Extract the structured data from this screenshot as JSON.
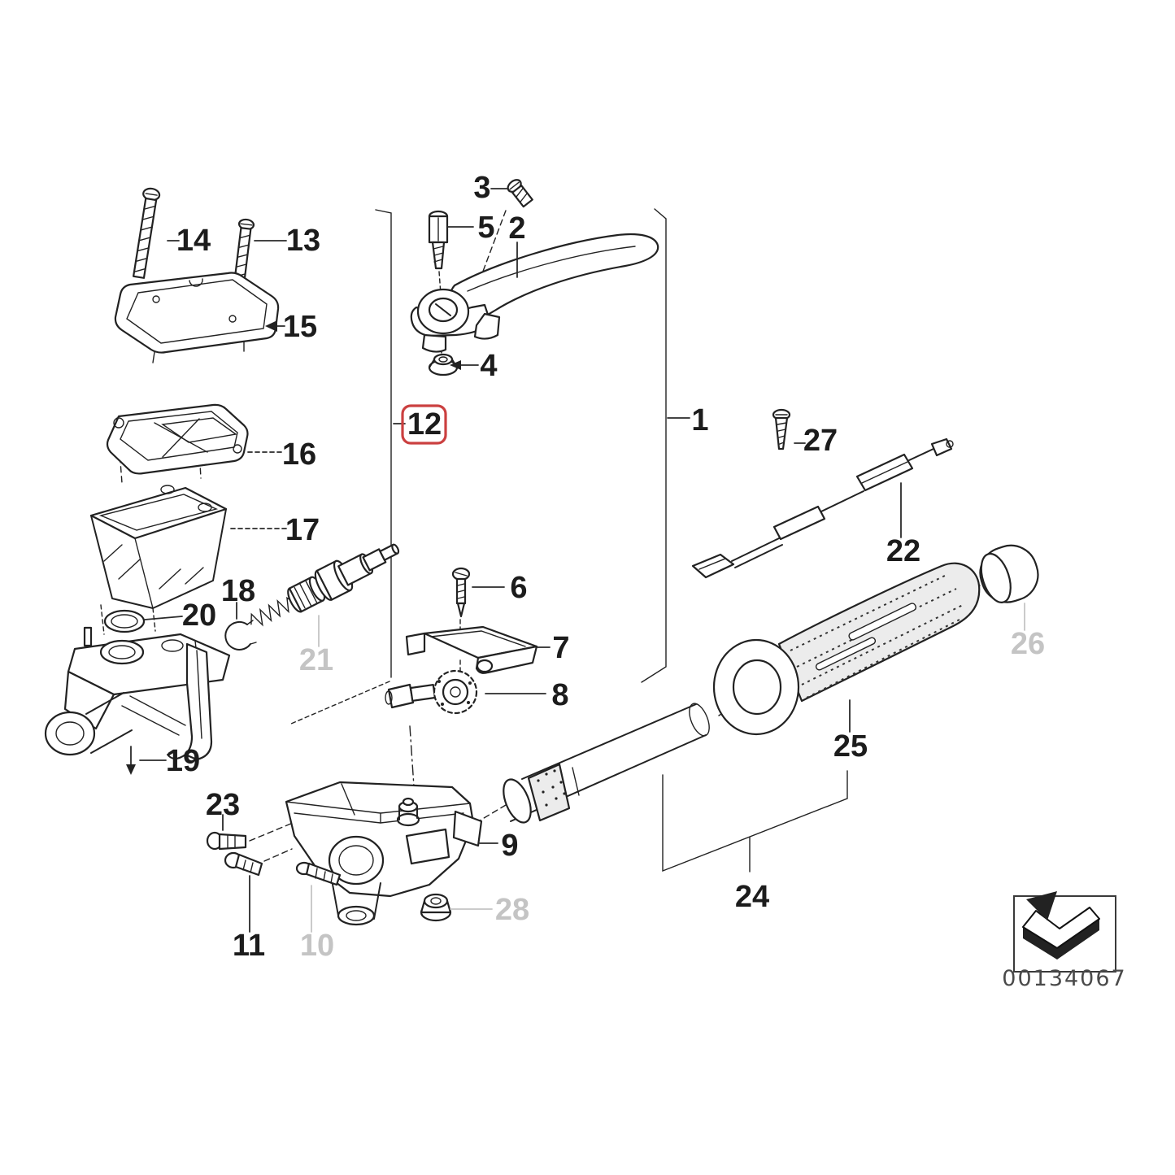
{
  "diagram": {
    "highlighted_callout": "12",
    "ghosted_callouts": [
      "10",
      "21",
      "26",
      "28"
    ]
  },
  "callouts": {
    "p1": "1",
    "p2": "2",
    "p3": "3",
    "p4": "4",
    "p5": "5",
    "p6": "6",
    "p7": "7",
    "p8": "8",
    "p9": "9",
    "p10": "10",
    "p11": "11",
    "p12": "12",
    "p13": "13",
    "p14": "14",
    "p15": "15",
    "p16": "16",
    "p17": "17",
    "p18": "18",
    "p19": "19",
    "p20": "20",
    "p21": "21",
    "p22": "22",
    "p23": "23",
    "p24": "24",
    "p25": "25",
    "p26": "26",
    "p27": "27",
    "p28": "28"
  },
  "footer": {
    "image_code": "00134067"
  },
  "colors": {
    "line": "#222222",
    "ghost": "#c4c4c4",
    "highlight_box": "#cb4040",
    "background": "#ffffff"
  }
}
